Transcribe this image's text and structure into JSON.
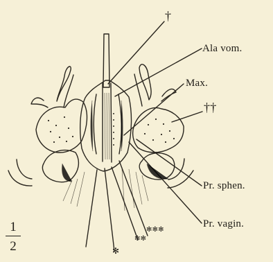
{
  "figure": {
    "labels": {
      "dagger": "†",
      "ala_vom": "Ala vom.",
      "max": "Max.",
      "double_dagger": "††",
      "pr_sphen": "Pr. sphen.",
      "pr_vagin": "Pr. vagin.",
      "asterisks_three": "✻✻✻",
      "asterisks_two": "✻✻",
      "asterisk_one": "✻"
    },
    "scale": {
      "numerator": "1",
      "denominator": "2"
    }
  }
}
